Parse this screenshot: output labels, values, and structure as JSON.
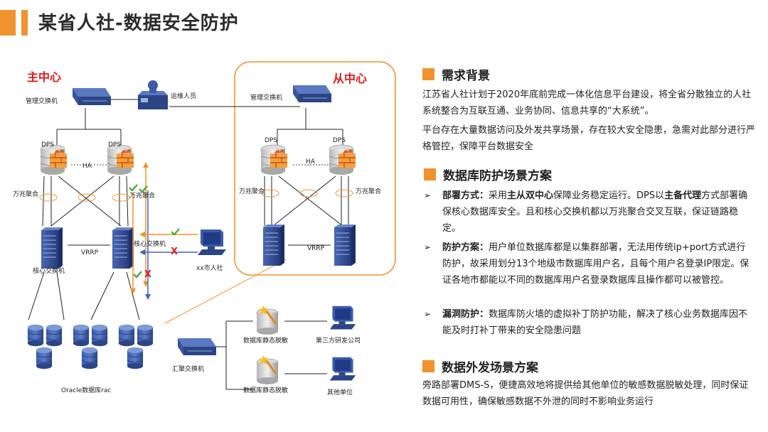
{
  "page": {
    "title": "某省人社-数据安全防护"
  },
  "diagram": {
    "main_center": "主中心",
    "backup_center": "从中心",
    "labels": {
      "mgmt_switch_main": "管理交换机",
      "ops_staff": "运维人员",
      "mgmt_switch_backup": "管理交换机",
      "dps_main_1": "DPS",
      "dps_main_2": "DPS",
      "dps_backup_1": "DPS",
      "dps_backup_2": "DPS",
      "ha_main": "HA",
      "ha_backup": "HA",
      "agg_main_left": "万兆聚合",
      "agg_main_right": "万兆聚合",
      "agg_backup_left": "万兆聚合",
      "agg_backup_right": "万兆聚合",
      "core_switch_left": "核心交换机",
      "core_switch_right": "核心交换机",
      "vrrp_main": "VRRP",
      "vrrp_backup": "VRRP",
      "city_user": "xx市人社",
      "oracle": "Oracle数据库rac",
      "converge_switch": "汇聚交换机",
      "static_mask_1": "数据库静态脱敏",
      "static_mask_2": "数据库静态脱敏",
      "third_party": "第三方研发公司",
      "other_unit": "其他单位"
    },
    "colors": {
      "accent": "#f0922e",
      "device": "#3a5aa6",
      "check": "#3aa832",
      "cross": "#e02020"
    }
  },
  "sections": {
    "req": {
      "title": "需求背景",
      "p1": "江苏省人社计划于2020年底前完成一体化信息平台建设，将全省分散独立的人社系统整合为互联互通、业务协同、信息共享的“大系统”。",
      "p2": "平台存在大量数据访问及外发共享场景，存在较大安全隐患，急需对此部分进行严格管控，保障平台数据安全"
    },
    "db": {
      "title": "数据库防护场景方案",
      "items": [
        {
          "label": "部署方式：",
          "t1": "采用",
          "b1": "主从双中心",
          "t2": "保障业务稳定运行。DPS以",
          "b2": "主备代理",
          "t3": "方式部署确保核心数据库安全。且和核心交换机都以万兆聚合交叉互联，保证链路稳定。"
        },
        {
          "label": "防护方案：",
          "text": "用户单位数据库都是以集群部署，无法用传统ip+port方式进行防护，故采用划分13个地级市数据库用户名，且每个用户名登录IP限定。保证各地市都能以不同的数据库用户名登录数据库且操作都可以被管控。"
        },
        {
          "label": "漏洞防护：",
          "text": "数据库防火墙的虚拟补丁防护功能，解决了核心业务数据库因不能及时打补丁带来的安全隐患问题"
        }
      ]
    },
    "out": {
      "title": "数据外发场景方案",
      "p1": "旁路部署DMS-S，便捷高效地将提供给其他单位的敏感数据脱敏处理，同时保证数据可用性，确保敏感数据不外泄的同时不影响业务运行"
    }
  }
}
